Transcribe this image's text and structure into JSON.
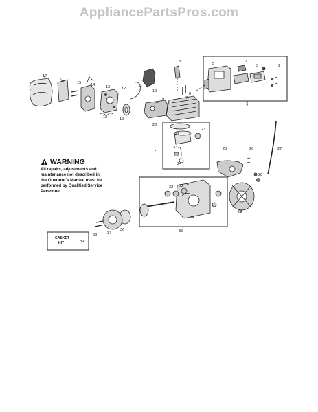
{
  "watermark": "AppliancePartsPros.com",
  "warning": {
    "title": "WARNING",
    "lines": [
      "All repairs, adjustments and",
      "maintenance not described in",
      "the Operator's Manual must be",
      "performed by Qualified Service",
      "Personnel."
    ]
  },
  "gasket_box": {
    "line1": "GASKET",
    "line2": "KIT",
    "number": "39"
  },
  "callouts": [
    "1",
    "2",
    "3",
    "4",
    "5",
    "6",
    "7",
    "8",
    "9",
    "10",
    "11",
    "12",
    "13",
    "14",
    "15",
    "16",
    "17",
    "18",
    "19",
    "20",
    "21",
    "22",
    "23",
    "24",
    "25",
    "26",
    "27",
    "28",
    "29",
    "30",
    "31",
    "32",
    "33",
    "34",
    "35",
    "36",
    "37",
    "38"
  ]
}
